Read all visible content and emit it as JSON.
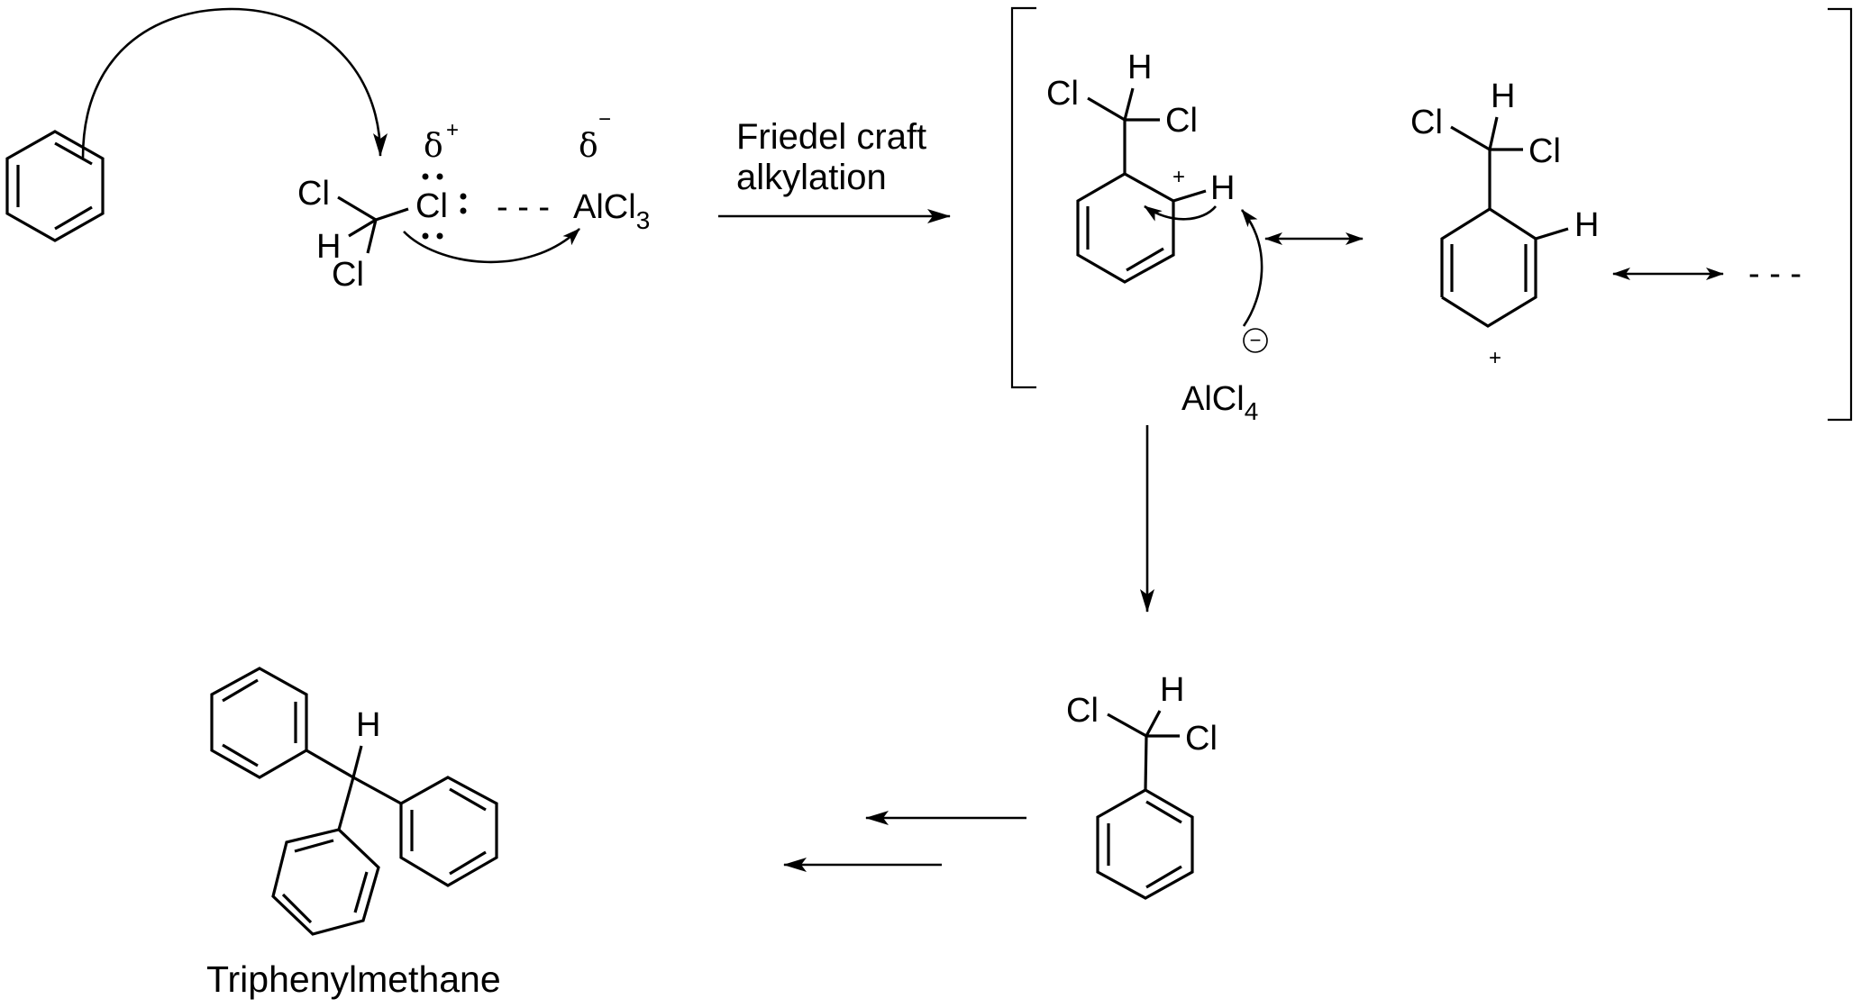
{
  "diagram": {
    "title": "Friedel-Crafts alkylation of benzene with chloroform to triphenylmethane",
    "colors": {
      "ink": "#000000",
      "background": "#ffffff"
    },
    "step1": {
      "reactant": "benzene",
      "reagent": {
        "left_cl": "Cl",
        "h": "H",
        "lower_cl": "Cl",
        "center_cl": "Cl",
        "delta_plus": "δ",
        "delta_plus_sign": "+",
        "delta_minus": "δ",
        "delta_minus_sign": "−",
        "dashes": "- - -",
        "lewis_acid": "AlCl",
        "lewis_acid_sub": "3"
      }
    },
    "reaction_arrow": {
      "label_line1": "Friedel craft",
      "label_line2": "alkylation"
    },
    "intermediate": {
      "structure1": {
        "h_top": "H",
        "cl_left": "Cl",
        "cl_right": "Cl",
        "ring_h": "H",
        "charge": "+"
      },
      "counter_ion": {
        "charge_symbol": "−",
        "formula": "AlCl",
        "formula_sub": "4"
      },
      "structure2": {
        "h_top": "H",
        "cl_left": "Cl",
        "cl_right": "Cl",
        "ring_h": "H",
        "charge": "+"
      },
      "continuation": "- - -"
    },
    "product1": {
      "h": "H",
      "cl_left": "Cl",
      "cl_right": "Cl"
    },
    "final_product": {
      "h": "H",
      "name": "Triphenylmethane"
    }
  }
}
